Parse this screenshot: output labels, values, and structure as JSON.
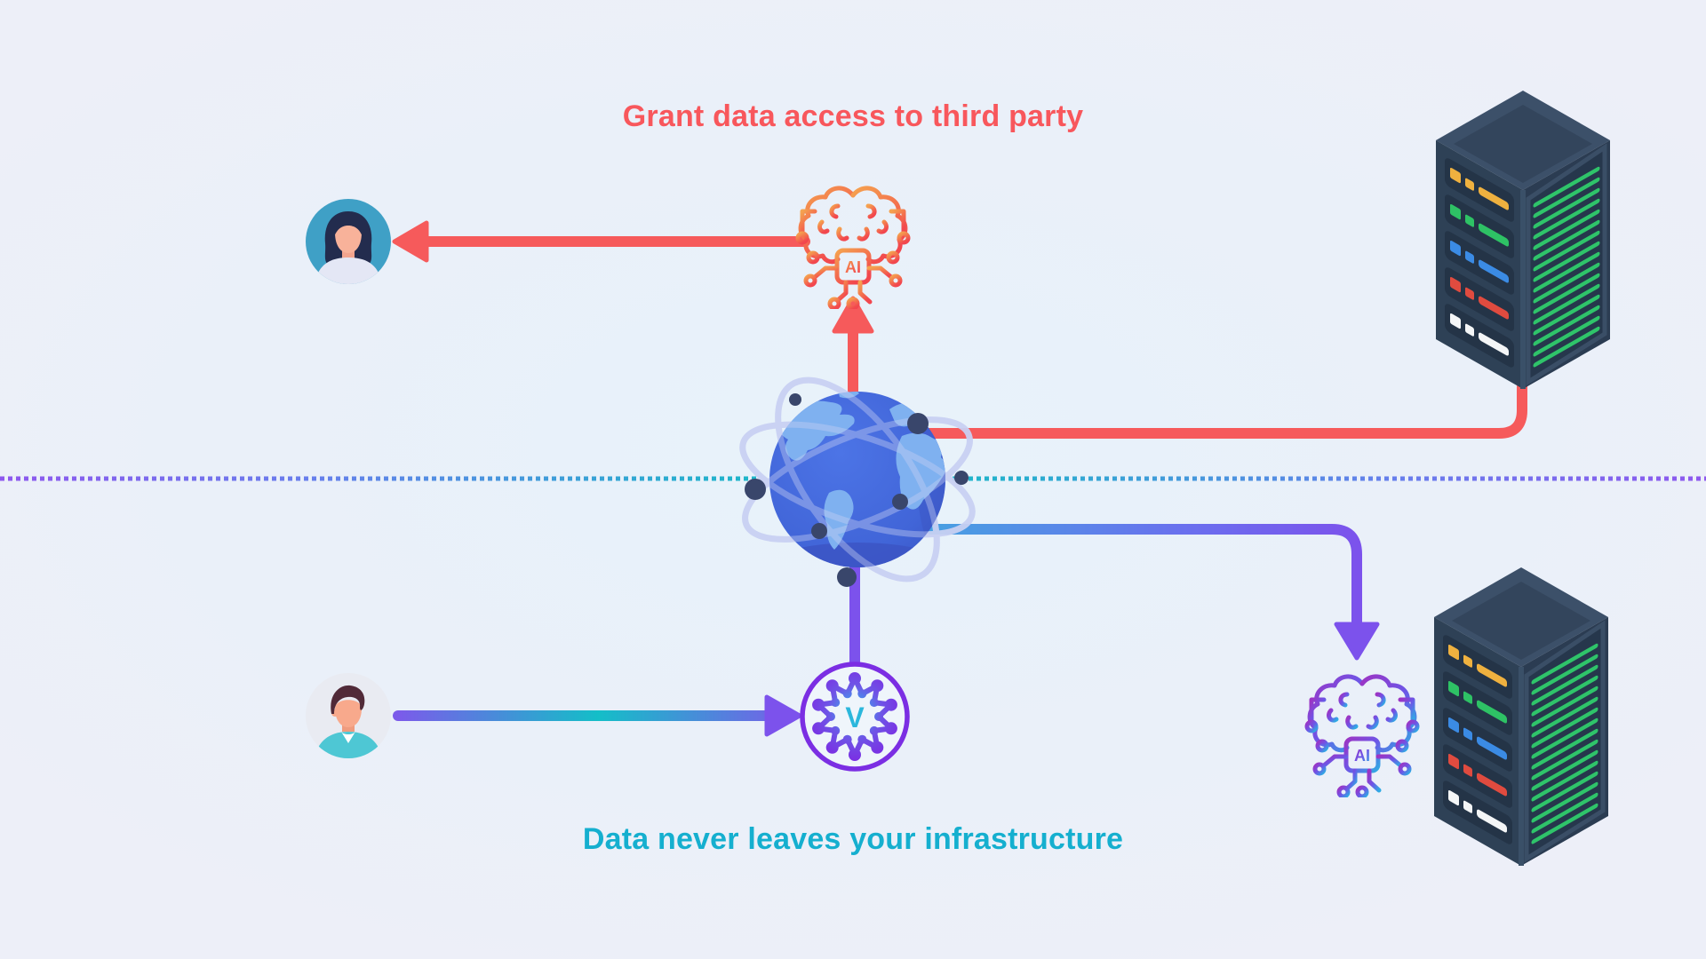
{
  "titles": {
    "top": "Grant data access to third party",
    "bottom": "Data never leaves your infrastructure"
  },
  "labels": {
    "ai_chip_top": "AI",
    "ai_chip_bottom": "AI",
    "v_logo": "V"
  },
  "colors": {
    "title-top": "#F8575C",
    "title-bottom": "#15AFCF",
    "arrow-red": "#F65A5B",
    "arrow-purple": "#7C52EC",
    "line-teal": "#14BEC8",
    "divider-edge": "#8E58EE",
    "bg-center": "#E7F2FA",
    "bg-edge": "#EDEFF8",
    "server-body": "#2E4156",
    "server-stripe": "#2FC46A",
    "globe-ocean": "#4468DA",
    "globe-land": "#7FB1F0",
    "orbit": "#C9D1F3",
    "satellite-node": "#39466B",
    "v-ring": "#7B2EE3",
    "v-letter": "#2BB7DC",
    "avatar-top-bg": "#3FA0C6",
    "avatar-bottom-bg": "#E9EBF2"
  },
  "icons": {
    "top_left": "woman-user-avatar",
    "top_center": "ai-brain-chip-red",
    "top_right": "server-rack",
    "center": "globe-with-orbits",
    "bottom_left": "man-user-avatar",
    "bottom_center": "v-network-logo",
    "bottom_right_icon": "ai-brain-chip-purple",
    "bottom_right": "server-rack"
  }
}
